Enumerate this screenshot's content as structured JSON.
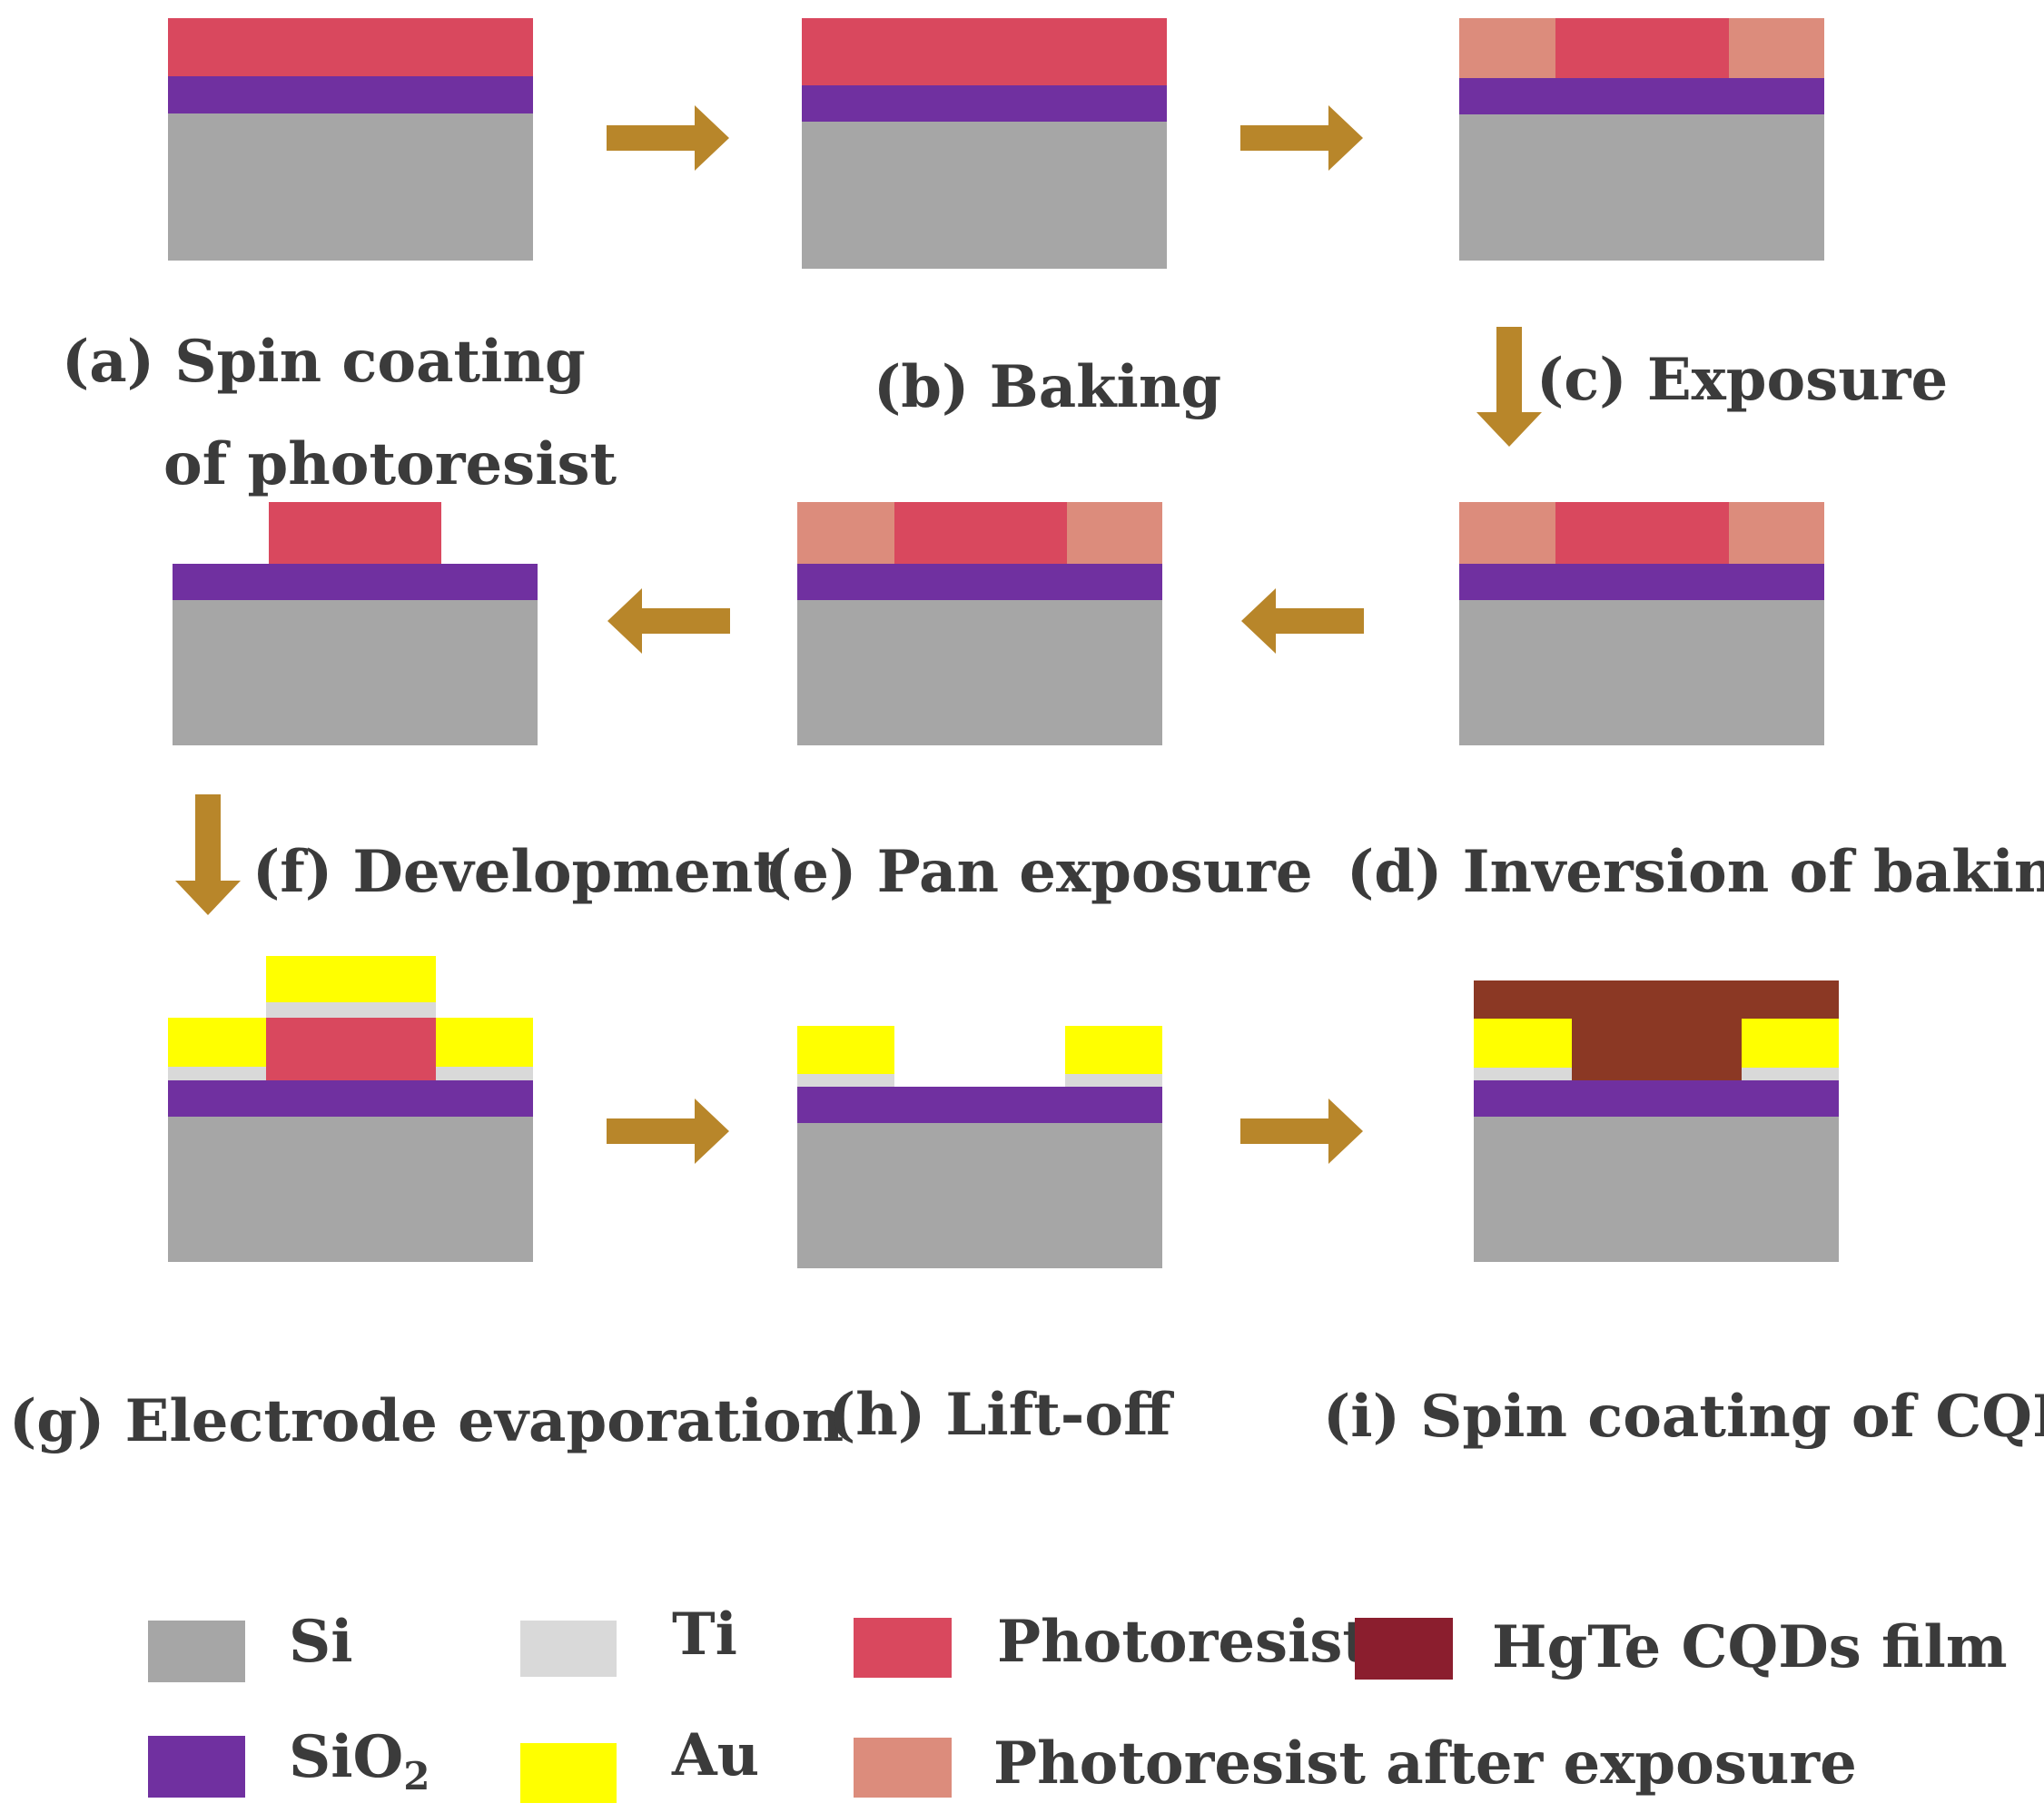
{
  "colors": {
    "si": "#a6a6a6",
    "sio2": "#7030a0",
    "ti": "#d9d9d9",
    "au": "#ffff00",
    "photoresist": "#d9485e",
    "photoresist_exposed": "#dc8c7c",
    "cqd_film_in_stack": "#8b3824",
    "cqd_film_legend": "#8b1e2e",
    "arrow": "#b8862a",
    "text": "#3b3b3b"
  },
  "steps": [
    {
      "id": "a",
      "label_line1": "(a)  Spin coating",
      "label_line2": "of photoresist"
    },
    {
      "id": "b",
      "label_line1": "(b) Baking"
    },
    {
      "id": "c",
      "label_line1": "(c) Exposure"
    },
    {
      "id": "d",
      "label_line1": "(d) Inversion of baking"
    },
    {
      "id": "e",
      "label_line1": "(e) Pan exposure"
    },
    {
      "id": "f",
      "label_line1": "(f) Development"
    },
    {
      "id": "g",
      "label_line1": "(g) Electrode evaporation"
    },
    {
      "id": "h",
      "label_line1": "(h) Lift-off"
    },
    {
      "id": "i",
      "label_line1": "(i) Spin coating of CQDs"
    }
  ],
  "legend": {
    "si": "Si",
    "sio2_base": "SiO",
    "sio2_sub": "2",
    "ti": "Ti",
    "au": "Au",
    "photoresist": "Photoresist",
    "photoresist_exposed": "Photoresist after exposure",
    "cqd_film": "HgTe CQDs film"
  }
}
